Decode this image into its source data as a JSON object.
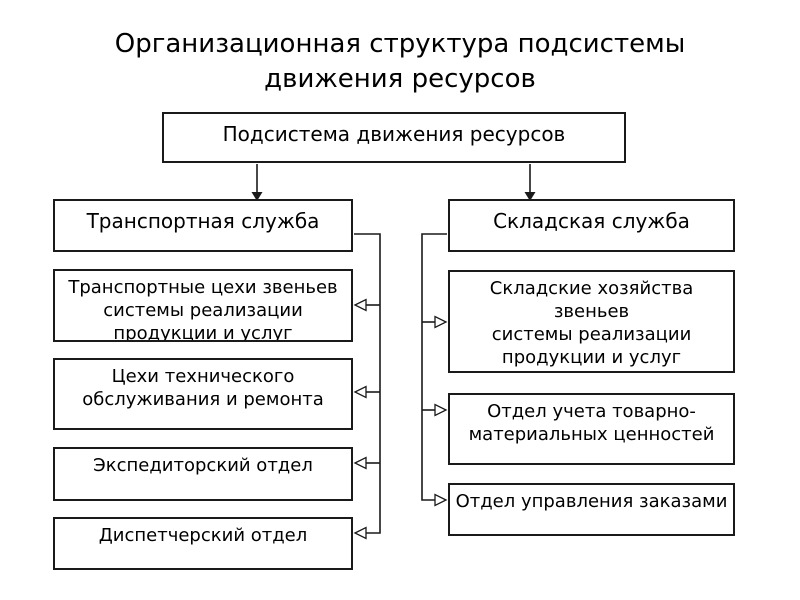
{
  "title": "Организационная структура подсистемы\nдвижения ресурсов",
  "root": {
    "label": "Подсистема движения ресурсов"
  },
  "branches": [
    {
      "header": "Транспортная служба",
      "children": [
        "Транспортные цехи звеньев\nсистемы реализации\nпродукции и услуг",
        "Цехи технического\nобслуживания и ремонта",
        "Экспедиторский отдел",
        "Диспетчерский отдел"
      ]
    },
    {
      "header": "Складская служба",
      "children": [
        "Складские хозяйства\nзвеньев\nсистемы реализации\nпродукции и услуг",
        "Отдел учета товарно-\nматериальных ценностей",
        "Отдел управления заказами"
      ]
    }
  ],
  "colors": {
    "line": "#1a1a1a",
    "box_border": "#1a1a1a",
    "box_background": "#ffffff",
    "page_background": "#ffffff",
    "text": "#000000"
  }
}
